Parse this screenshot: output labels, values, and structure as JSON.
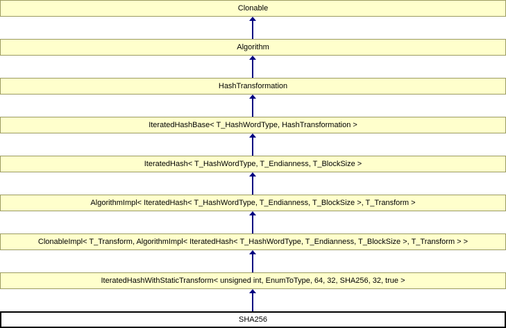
{
  "diagram": {
    "type": "class-inheritance-graph",
    "subject_class": "SHA256",
    "colors": {
      "canvas_bg": "#ffffff",
      "node_fill": "#ffffcc",
      "node_border": "#9b9b61",
      "highlight_fill": "#ffffff",
      "highlight_border": "#000000",
      "arrow_color": "#000080",
      "text_color": "#000000"
    },
    "nodes": [
      {
        "label": "Clonable",
        "highlighted": false
      },
      {
        "label": "Algorithm",
        "highlighted": false
      },
      {
        "label": "HashTransformation",
        "highlighted": false
      },
      {
        "label": "IteratedHashBase< T_HashWordType, HashTransformation >",
        "highlighted": false
      },
      {
        "label": "IteratedHash< T_HashWordType, T_Endianness, T_BlockSize >",
        "highlighted": false
      },
      {
        "label": "AlgorithmImpl< IteratedHash< T_HashWordType, T_Endianness, T_BlockSize >, T_Transform >",
        "highlighted": false
      },
      {
        "label": "ClonableImpl< T_Transform, AlgorithmImpl< IteratedHash< T_HashWordType, T_Endianness, T_BlockSize >, T_Transform > >",
        "highlighted": false
      },
      {
        "label": "IteratedHashWithStaticTransform< unsigned int, EnumToType, 64, 32, SHA256, 32, true >",
        "highlighted": false
      },
      {
        "label": "SHA256",
        "highlighted": true
      }
    ],
    "edges": [
      {
        "from": "Algorithm",
        "to": "Clonable",
        "relation": "inherits"
      },
      {
        "from": "HashTransformation",
        "to": "Algorithm",
        "relation": "inherits"
      },
      {
        "from": "IteratedHashBase< T_HashWordType, HashTransformation >",
        "to": "HashTransformation",
        "relation": "inherits"
      },
      {
        "from": "IteratedHash< T_HashWordType, T_Endianness, T_BlockSize >",
        "to": "IteratedHashBase< T_HashWordType, HashTransformation >",
        "relation": "inherits"
      },
      {
        "from": "AlgorithmImpl< IteratedHash< T_HashWordType, T_Endianness, T_BlockSize >, T_Transform >",
        "to": "IteratedHash< T_HashWordType, T_Endianness, T_BlockSize >",
        "relation": "inherits"
      },
      {
        "from": "ClonableImpl< T_Transform, AlgorithmImpl< IteratedHash< T_HashWordType, T_Endianness, T_BlockSize >, T_Transform > >",
        "to": "AlgorithmImpl< IteratedHash< T_HashWordType, T_Endianness, T_BlockSize >, T_Transform >",
        "relation": "inherits"
      },
      {
        "from": "IteratedHashWithStaticTransform< unsigned int, EnumToType, 64, 32, SHA256, 32, true >",
        "to": "ClonableImpl< T_Transform, AlgorithmImpl< IteratedHash< T_HashWordType, T_Endianness, T_BlockSize >, T_Transform > >",
        "relation": "inherits"
      },
      {
        "from": "SHA256",
        "to": "IteratedHashWithStaticTransform< unsigned int, EnumToType, 64, 32, SHA256, 32, true >",
        "relation": "inherits"
      }
    ]
  }
}
